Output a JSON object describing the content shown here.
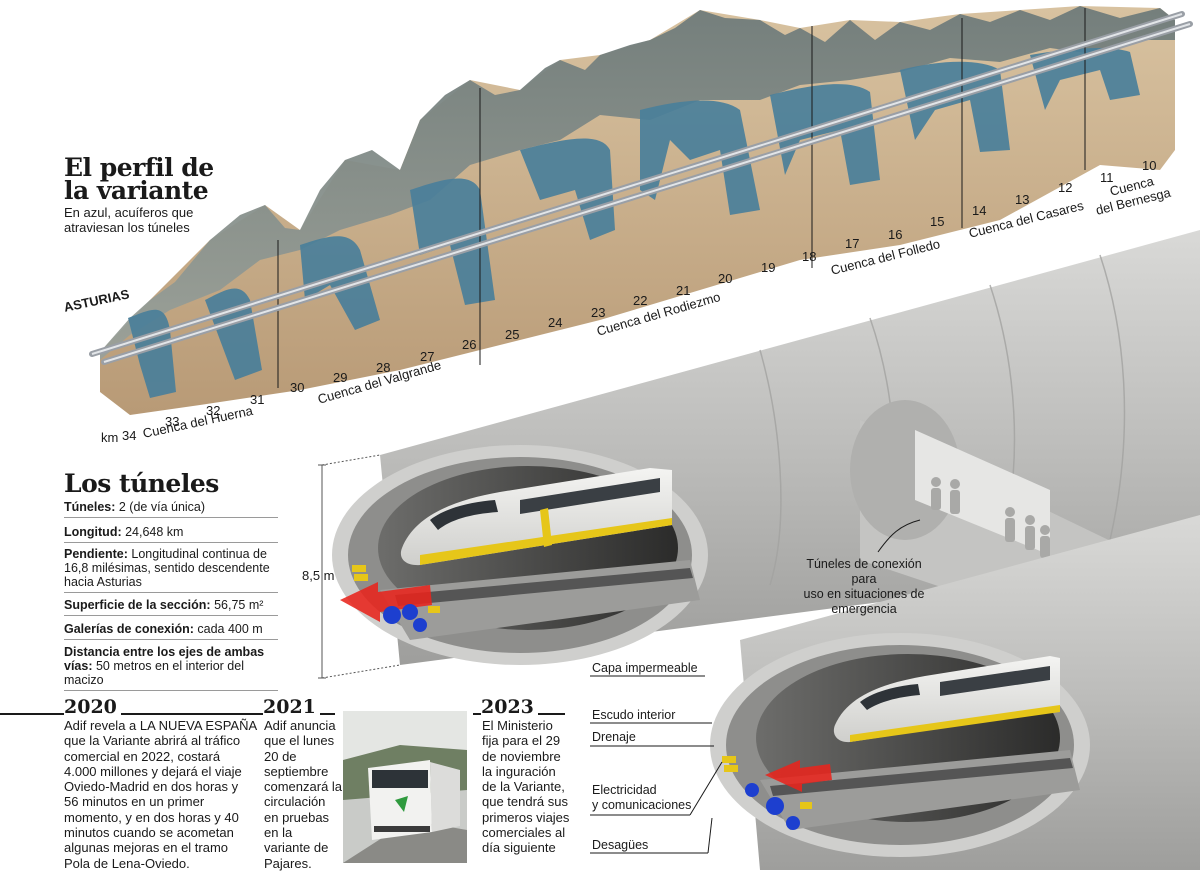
{
  "profile": {
    "title_line1": "El perfil de",
    "title_line2": "la variante",
    "subtitle_line1": "En azul, acuíferos que",
    "subtitle_line2": "atraviesan los túneles",
    "region": "ASTURIAS",
    "km_prefix": "km",
    "km_marks": [
      "34",
      "33",
      "32",
      "31",
      "30",
      "29",
      "28",
      "27",
      "26",
      "25",
      "24",
      "23",
      "22",
      "21",
      "20",
      "19",
      "18",
      "17",
      "16",
      "15",
      "14",
      "13",
      "12",
      "11",
      "10"
    ],
    "basins": {
      "huerna": "Cuenca del Huerna",
      "valgrande": "Cuenca del Valgrande",
      "rodiezmo": "Cuenca del Rodiezmo",
      "folledo": "Cuenca del Folledo",
      "casares": "Cuenca del Casares",
      "bernesga_line1": "Cuenca",
      "bernesga_line2": "del Bernesga"
    }
  },
  "tunnels": {
    "title": "Los túneles",
    "specs": [
      {
        "label": "Túneles:",
        "value": " 2 (de vía única)"
      },
      {
        "label": "Longitud:",
        "value": " 24,648 km"
      },
      {
        "label": "Pendiente:",
        "value": " Longitudinal continua de 16,8 milésimas, sentido descendente hacia Asturias"
      },
      {
        "label": "Superficie de la sección:",
        "value": " 56,75 m²"
      },
      {
        "label": "Galerías de conexión:",
        "value": " cada 400 m"
      },
      {
        "label": "Distancia entre los ejes de ambas vías:",
        "value": " 50 metros en el interior del macizo"
      }
    ],
    "height_label": "8,5 m",
    "connection_line1": "Túneles de conexión para",
    "connection_line2": "uso en situaciones de",
    "connection_line3": "emergencia",
    "layers": {
      "waterproof": "Capa impermeable",
      "inner_shield": "Escudo interior",
      "drainage": "Drenaje",
      "electricity_line1": "Electricidad",
      "electricity_line2": "y comunicaciones",
      "drains": "Desagües"
    }
  },
  "timeline": [
    {
      "year": "2020",
      "lines": [
        "Adif revela a LA NUEVA ESPAÑA",
        "que la Variante abrirá al tráfico",
        "comercial en 2022, costará",
        "4.000 millones y dejará el viaje",
        "Oviedo-Madrid en dos horas y",
        "56 minutos en un primer",
        "momento, y en dos horas y 40",
        "minutos cuando se acometan",
        "algunas mejoras en el tramo",
        "Pola de Lena-Oviedo."
      ]
    },
    {
      "year": "2021",
      "lines": [
        "Adif anuncia",
        "que el lunes",
        "20 de",
        "septiembre",
        "comenzará la",
        "circulación",
        "en pruebas",
        "en la",
        "variante de",
        "Pajares."
      ]
    },
    {
      "year": "2023",
      "lines": [
        "El Ministerio",
        "fija para el 29",
        "de noviembre",
        "la inguración",
        "de la Variante,",
        "que tendrá sus",
        "primeros viajes",
        "comerciales al",
        "día siguiente"
      ]
    }
  ],
  "colors": {
    "aquifer": "#4a7f9a",
    "rock": "#c9ad88",
    "concrete": "#c8c8c6",
    "train_yellow": "#e6c619",
    "arrow_red": "#e8241c",
    "pipe_blue": "#1d3fcf"
  }
}
